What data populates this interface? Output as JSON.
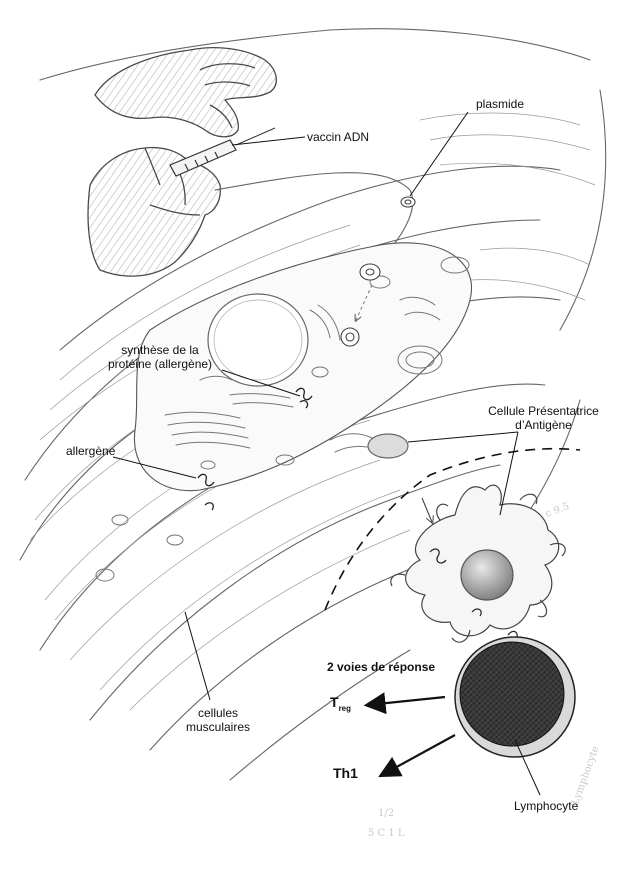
{
  "labels": {
    "vaccine": "vaccin ADN",
    "plasmid": "plasmide",
    "synthesis_line1": "synthèse de la",
    "synthesis_line2": "protéine (allergène)",
    "allergen": "allergène",
    "apc_line1": "Cellule Présentatrice",
    "apc_line2": "d’Antigène",
    "pathways": "2 voies de réponse",
    "treg_main": "T",
    "treg_sub": "reg",
    "th1": "Th1",
    "lymphocyte": "Lymphocyte",
    "muscle_line1": "cellules",
    "muscle_line2": "musculaires"
  },
  "handwritten": {
    "a": "Lymphocyte",
    "b": "c 9.5",
    "c": "1/2",
    "d": "5 C 1 L"
  },
  "colors": {
    "ink": "#111111",
    "pencil": "#555555",
    "pencil_light": "#9a9a9a",
    "lymphocyte_fill": "#2f2f2f"
  }
}
